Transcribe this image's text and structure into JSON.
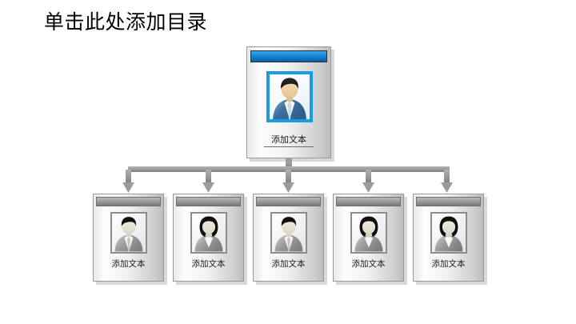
{
  "slide": {
    "title": "单击此处添加目录",
    "background_color": "#ffffff"
  },
  "colors": {
    "accent_blue": "#1b9ce0",
    "header_blue_dark": "#0a5f9e",
    "connector_gray": "#8f8f8f",
    "card_gray": "#a2a2a2",
    "text": "#1a1a1a"
  },
  "top_node": {
    "label": "添加文本",
    "avatar": "person-avatar-male-color-icon",
    "header": "card-header-blue",
    "frame": "photo-frame-blue"
  },
  "bottom_nodes": [
    {
      "label": "添加文本",
      "avatar": "person-avatar-male-gray-icon"
    },
    {
      "label": "添加文本",
      "avatar": "person-avatar-female-gray-icon"
    },
    {
      "label": "添加文本",
      "avatar": "person-avatar-male-gray-icon"
    },
    {
      "label": "添加文本",
      "avatar": "person-avatar-female-gray-icon"
    },
    {
      "label": "添加文本",
      "avatar": "person-avatar-female-gray-icon"
    }
  ],
  "connectors": {
    "style": "arrow-down",
    "count": 5,
    "trunk": "vertical-stem-from-top-node"
  }
}
